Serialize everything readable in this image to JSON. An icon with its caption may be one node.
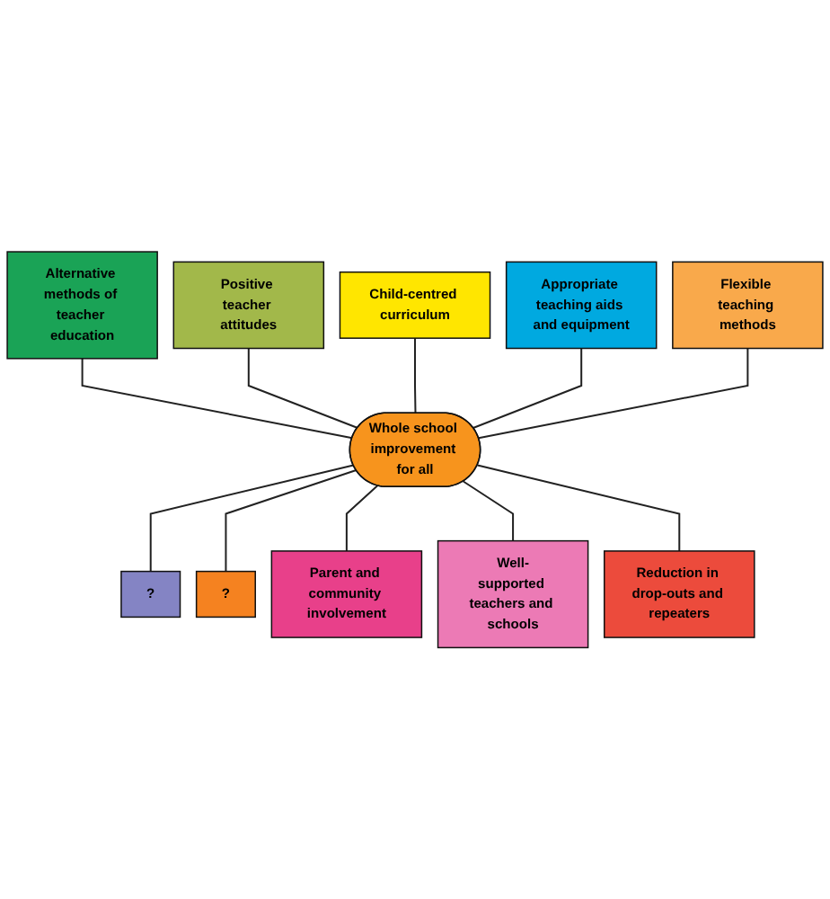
{
  "diagram": {
    "nodes": [
      {
        "text": [
          "Alternative methods of teacher education"
        ]
      },
      {
        "text": [
          "Positive teacher attitudes"
        ]
      },
      {
        "text": [
          "Child-centred curriculum"
        ]
      },
      {
        "text": [
          "Appropriate teaching aids and equipment"
        ]
      },
      {
        "text": [
          "Flexible teaching methods"
        ]
      },
      {
        "text": [
          "?"
        ]
      },
      {
        "text": [
          "Whole school improvement for all"
        ]
      },
      {
        "text": [
          "?"
        ]
      },
      {
        "text": [
          "Parent and community involvement"
        ]
      },
      {
        "text": [
          "Well-supported teachers and schools"
        ]
      },
      {
        "text": [
          "Reduction in drop-outs and repeaters"
        ]
      }
    ],
    "edges": [
      {
        "from": 0,
        "to": 6,
        "arrow": "none"
      },
      {
        "from": 1,
        "to": 6,
        "arrow": "none"
      },
      {
        "from": 2,
        "to": 6,
        "arrow": "none"
      },
      {
        "from": 3,
        "to": 6,
        "arrow": "none"
      },
      {
        "from": 4,
        "to": 6,
        "arrow": "none"
      },
      {
        "from": 6,
        "to": 5,
        "arrow": "none"
      },
      {
        "from": 6,
        "to": 7,
        "arrow": "none"
      },
      {
        "from": 6,
        "to": 8,
        "arrow": "none"
      },
      {
        "from": 6,
        "to": 9,
        "arrow": "none"
      },
      {
        "from": 6,
        "to": 10,
        "arrow": "none"
      }
    ]
  }
}
